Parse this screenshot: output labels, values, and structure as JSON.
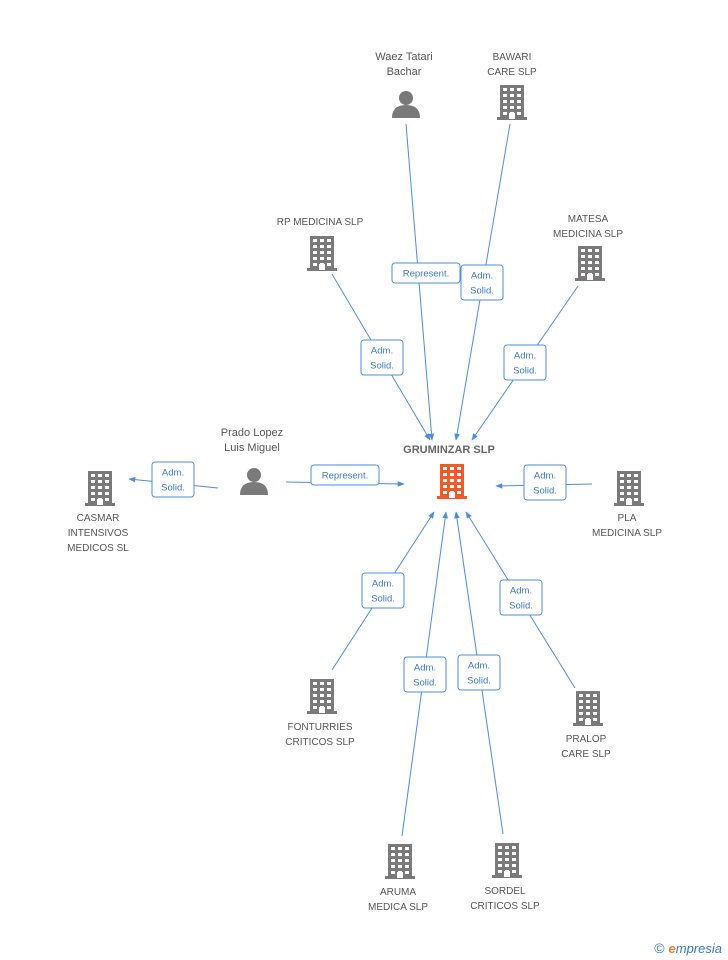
{
  "center": {
    "label": "GRUMINZAR SLP",
    "icon": "building-icon",
    "color": "#f05a28"
  },
  "nodes": [
    {
      "id": "waez",
      "kind": "person",
      "lines": [
        "Waez Tatari",
        "Bachar"
      ]
    },
    {
      "id": "bawari",
      "kind": "company",
      "lines": [
        "BAWARI",
        "CARE  SLP"
      ]
    },
    {
      "id": "rp",
      "kind": "company",
      "lines": [
        "RP MEDICINA  SLP"
      ]
    },
    {
      "id": "matesa",
      "kind": "company",
      "lines": [
        "MATESA",
        "MEDICINA  SLP"
      ]
    },
    {
      "id": "prado",
      "kind": "person",
      "lines": [
        "Prado Lopez",
        "Luis Miguel"
      ]
    },
    {
      "id": "casmar",
      "kind": "company",
      "lines": [
        "CASMAR",
        "INTENSIVOS",
        "MEDICOS SL"
      ]
    },
    {
      "id": "pla",
      "kind": "company",
      "lines": [
        "PLA",
        "MEDICINA  SLP"
      ]
    },
    {
      "id": "fonturries",
      "kind": "company",
      "lines": [
        "FONTURRIES",
        "CRITICOS  SLP"
      ]
    },
    {
      "id": "pralop",
      "kind": "company",
      "lines": [
        "PRALOP",
        "CARE SLP"
      ]
    },
    {
      "id": "aruma",
      "kind": "company",
      "lines": [
        "ARUMA",
        "MEDICA  SLP"
      ]
    },
    {
      "id": "sordel",
      "kind": "company",
      "lines": [
        "SORDEL",
        "CRITICOS  SLP"
      ]
    }
  ],
  "edges": [
    {
      "from": "waez",
      "to": "center",
      "lines": [
        "Represent."
      ]
    },
    {
      "from": "bawari",
      "to": "center",
      "lines": [
        "Adm.",
        "Solid."
      ]
    },
    {
      "from": "rp",
      "to": "center",
      "lines": [
        "Adm.",
        "Solid."
      ]
    },
    {
      "from": "matesa",
      "to": "center",
      "lines": [
        "Adm.",
        "Solid."
      ]
    },
    {
      "from": "prado",
      "to": "center",
      "lines": [
        "Represent."
      ]
    },
    {
      "from": "prado",
      "to": "casmar",
      "lines": [
        "Adm.",
        "Solid."
      ]
    },
    {
      "from": "pla",
      "to": "center",
      "lines": [
        "Adm.",
        "Solid."
      ]
    },
    {
      "from": "fonturries",
      "to": "center",
      "lines": [
        "Adm.",
        "Solid."
      ]
    },
    {
      "from": "pralop",
      "to": "center",
      "lines": [
        "Adm.",
        "Solid."
      ]
    },
    {
      "from": "aruma",
      "to": "center",
      "lines": [
        "Adm.",
        "Solid."
      ]
    },
    {
      "from": "sordel",
      "to": "center",
      "lines": [
        "Adm.",
        "Solid."
      ]
    }
  ],
  "colors": {
    "edge": "#4a8ee0",
    "node_icon": "#7a7a7a",
    "center_icon": "#f05a28"
  },
  "footer": {
    "copyright": "©",
    "brand_initial": "e",
    "brand_rest": "mpresia"
  }
}
